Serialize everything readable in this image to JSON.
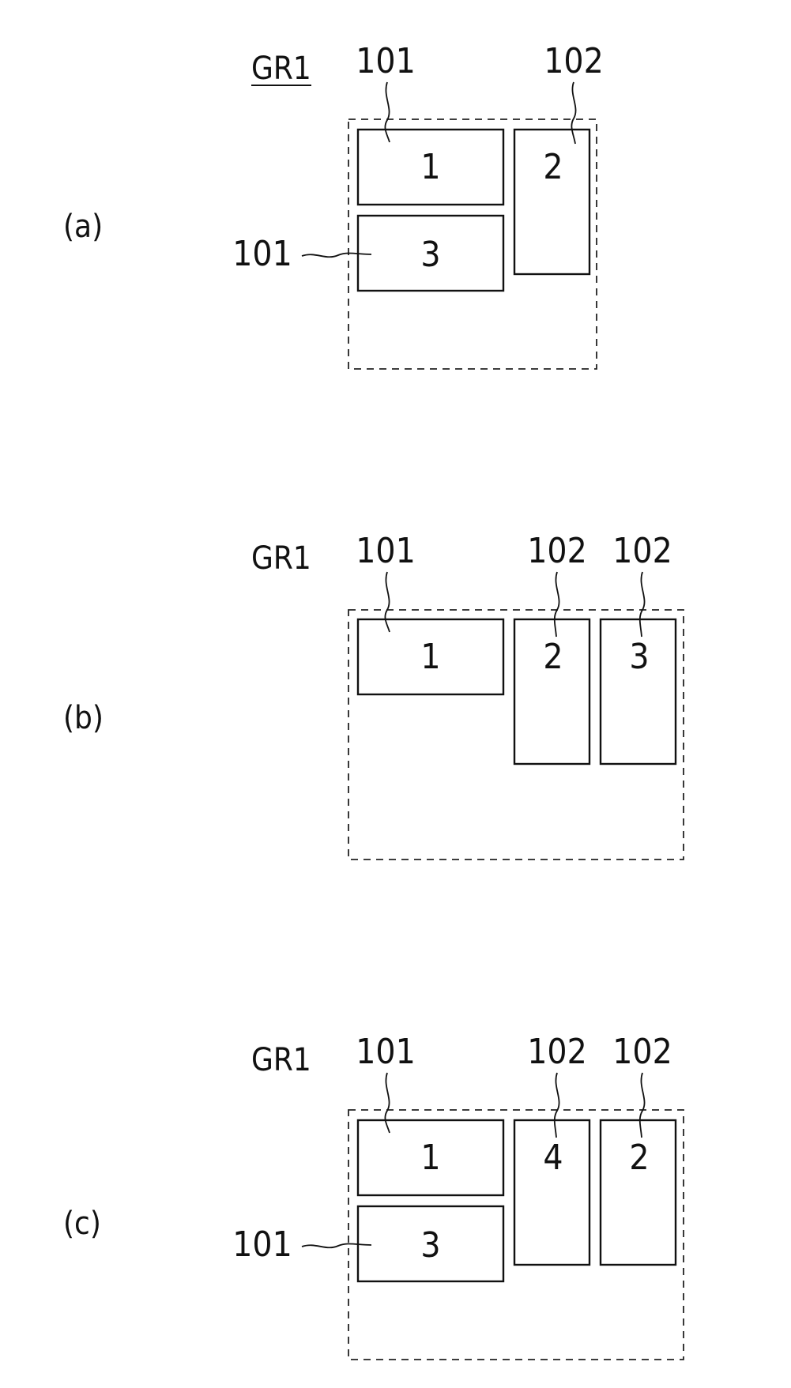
{
  "figures": [
    {
      "panel_label": "(a)",
      "group_label": "GR1",
      "group_label_underlined": true,
      "boxes": [
        {
          "number": "1",
          "ref": "101"
        },
        {
          "number": "2",
          "ref": "102"
        },
        {
          "number": "3",
          "ref": "101"
        }
      ]
    },
    {
      "panel_label": "(b)",
      "group_label": "GR1",
      "group_label_underlined": false,
      "boxes": [
        {
          "number": "1",
          "ref": "101"
        },
        {
          "number": "2",
          "ref": "102"
        },
        {
          "number": "3",
          "ref": "102"
        }
      ]
    },
    {
      "panel_label": "(c)",
      "group_label": "GR1",
      "group_label_underlined": false,
      "boxes": [
        {
          "number": "1",
          "ref": "101"
        },
        {
          "number": "4",
          "ref": "102"
        },
        {
          "number": "2",
          "ref": "102"
        },
        {
          "number": "3",
          "ref": "101"
        }
      ]
    }
  ]
}
